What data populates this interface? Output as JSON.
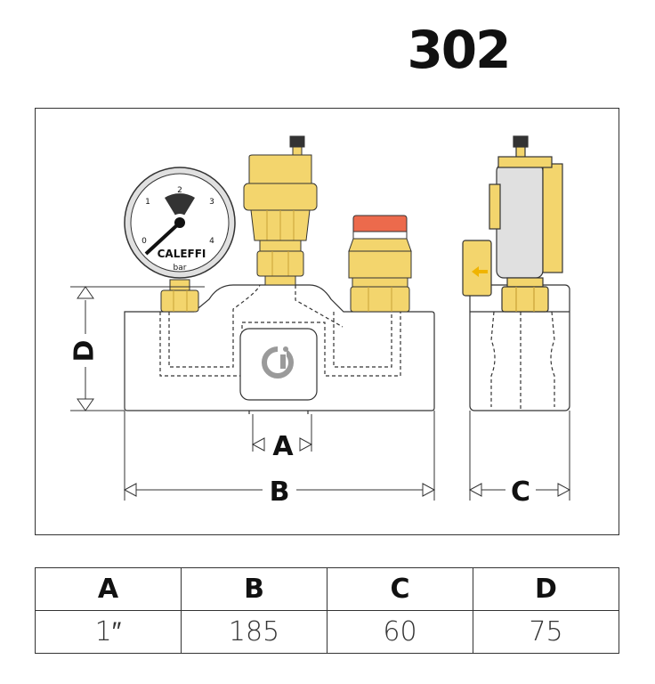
{
  "model_number": "302",
  "gauge": {
    "ticks": [
      "0",
      "1",
      "2",
      "3",
      "4"
    ],
    "brand": "CALEFFI",
    "unit": "bar"
  },
  "dimension_labels": {
    "a": "A",
    "b": "B",
    "c": "C",
    "d": "D"
  },
  "dimensions_table": {
    "headers": [
      "A",
      "B",
      "C",
      "D"
    ],
    "values": [
      "1″",
      "185",
      "60",
      "75"
    ]
  },
  "colors": {
    "brass": "#f3d56d",
    "brass_dark": "#c9a236",
    "cap_red": "#ec6a4c",
    "flow_arrow": "#f0b400",
    "outline": "#333333",
    "logo_grey": "#9a9a9a"
  }
}
